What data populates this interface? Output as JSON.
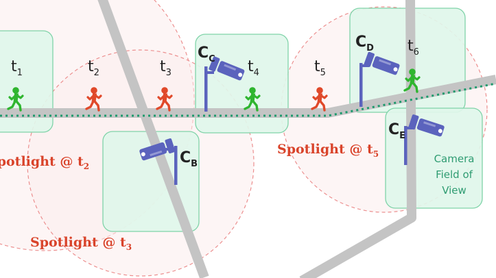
{
  "colors": {
    "road": "#c4c4c4",
    "path": "#1c9a6c",
    "fov_fill": "#e0f6ea",
    "fov_stroke": "#7fd3a8",
    "spotlight_fill": "#fcecec",
    "spotlight_stroke": "#ec8f8f",
    "camera": "#5b63bd",
    "person_seen": "#2fb52f",
    "person_unseen": "#e0492a",
    "spotlight_text": "#d9432a",
    "fov_text": "#2f9c72",
    "label": "#222222"
  },
  "time_labels": [
    {
      "base": "t",
      "sub": "1",
      "status": "seen"
    },
    {
      "base": "t",
      "sub": "2",
      "status": "unseen"
    },
    {
      "base": "t",
      "sub": "3",
      "status": "unseen"
    },
    {
      "base": "t",
      "sub": "4",
      "status": "seen"
    },
    {
      "base": "t",
      "sub": "5",
      "status": "unseen"
    },
    {
      "base": "t",
      "sub": "6",
      "status": "seen"
    }
  ],
  "cameras": [
    {
      "base": "C",
      "sub": "B",
      "icon": "security-camera-icon"
    },
    {
      "base": "C",
      "sub": "C",
      "icon": "security-camera-icon"
    },
    {
      "base": "C",
      "sub": "D",
      "icon": "security-camera-icon"
    },
    {
      "base": "C",
      "sub": "E",
      "icon": "security-camera-icon"
    }
  ],
  "spotlights": [
    {
      "prefix": "Spotlight @ ",
      "base": "t",
      "sub": "2"
    },
    {
      "prefix": "Spotlight @ ",
      "base": "t",
      "sub": "3"
    },
    {
      "prefix": "Spotlight @ ",
      "base": "t",
      "sub": "5"
    }
  ],
  "fov_label": [
    "Camera",
    "Field of",
    "View"
  ]
}
